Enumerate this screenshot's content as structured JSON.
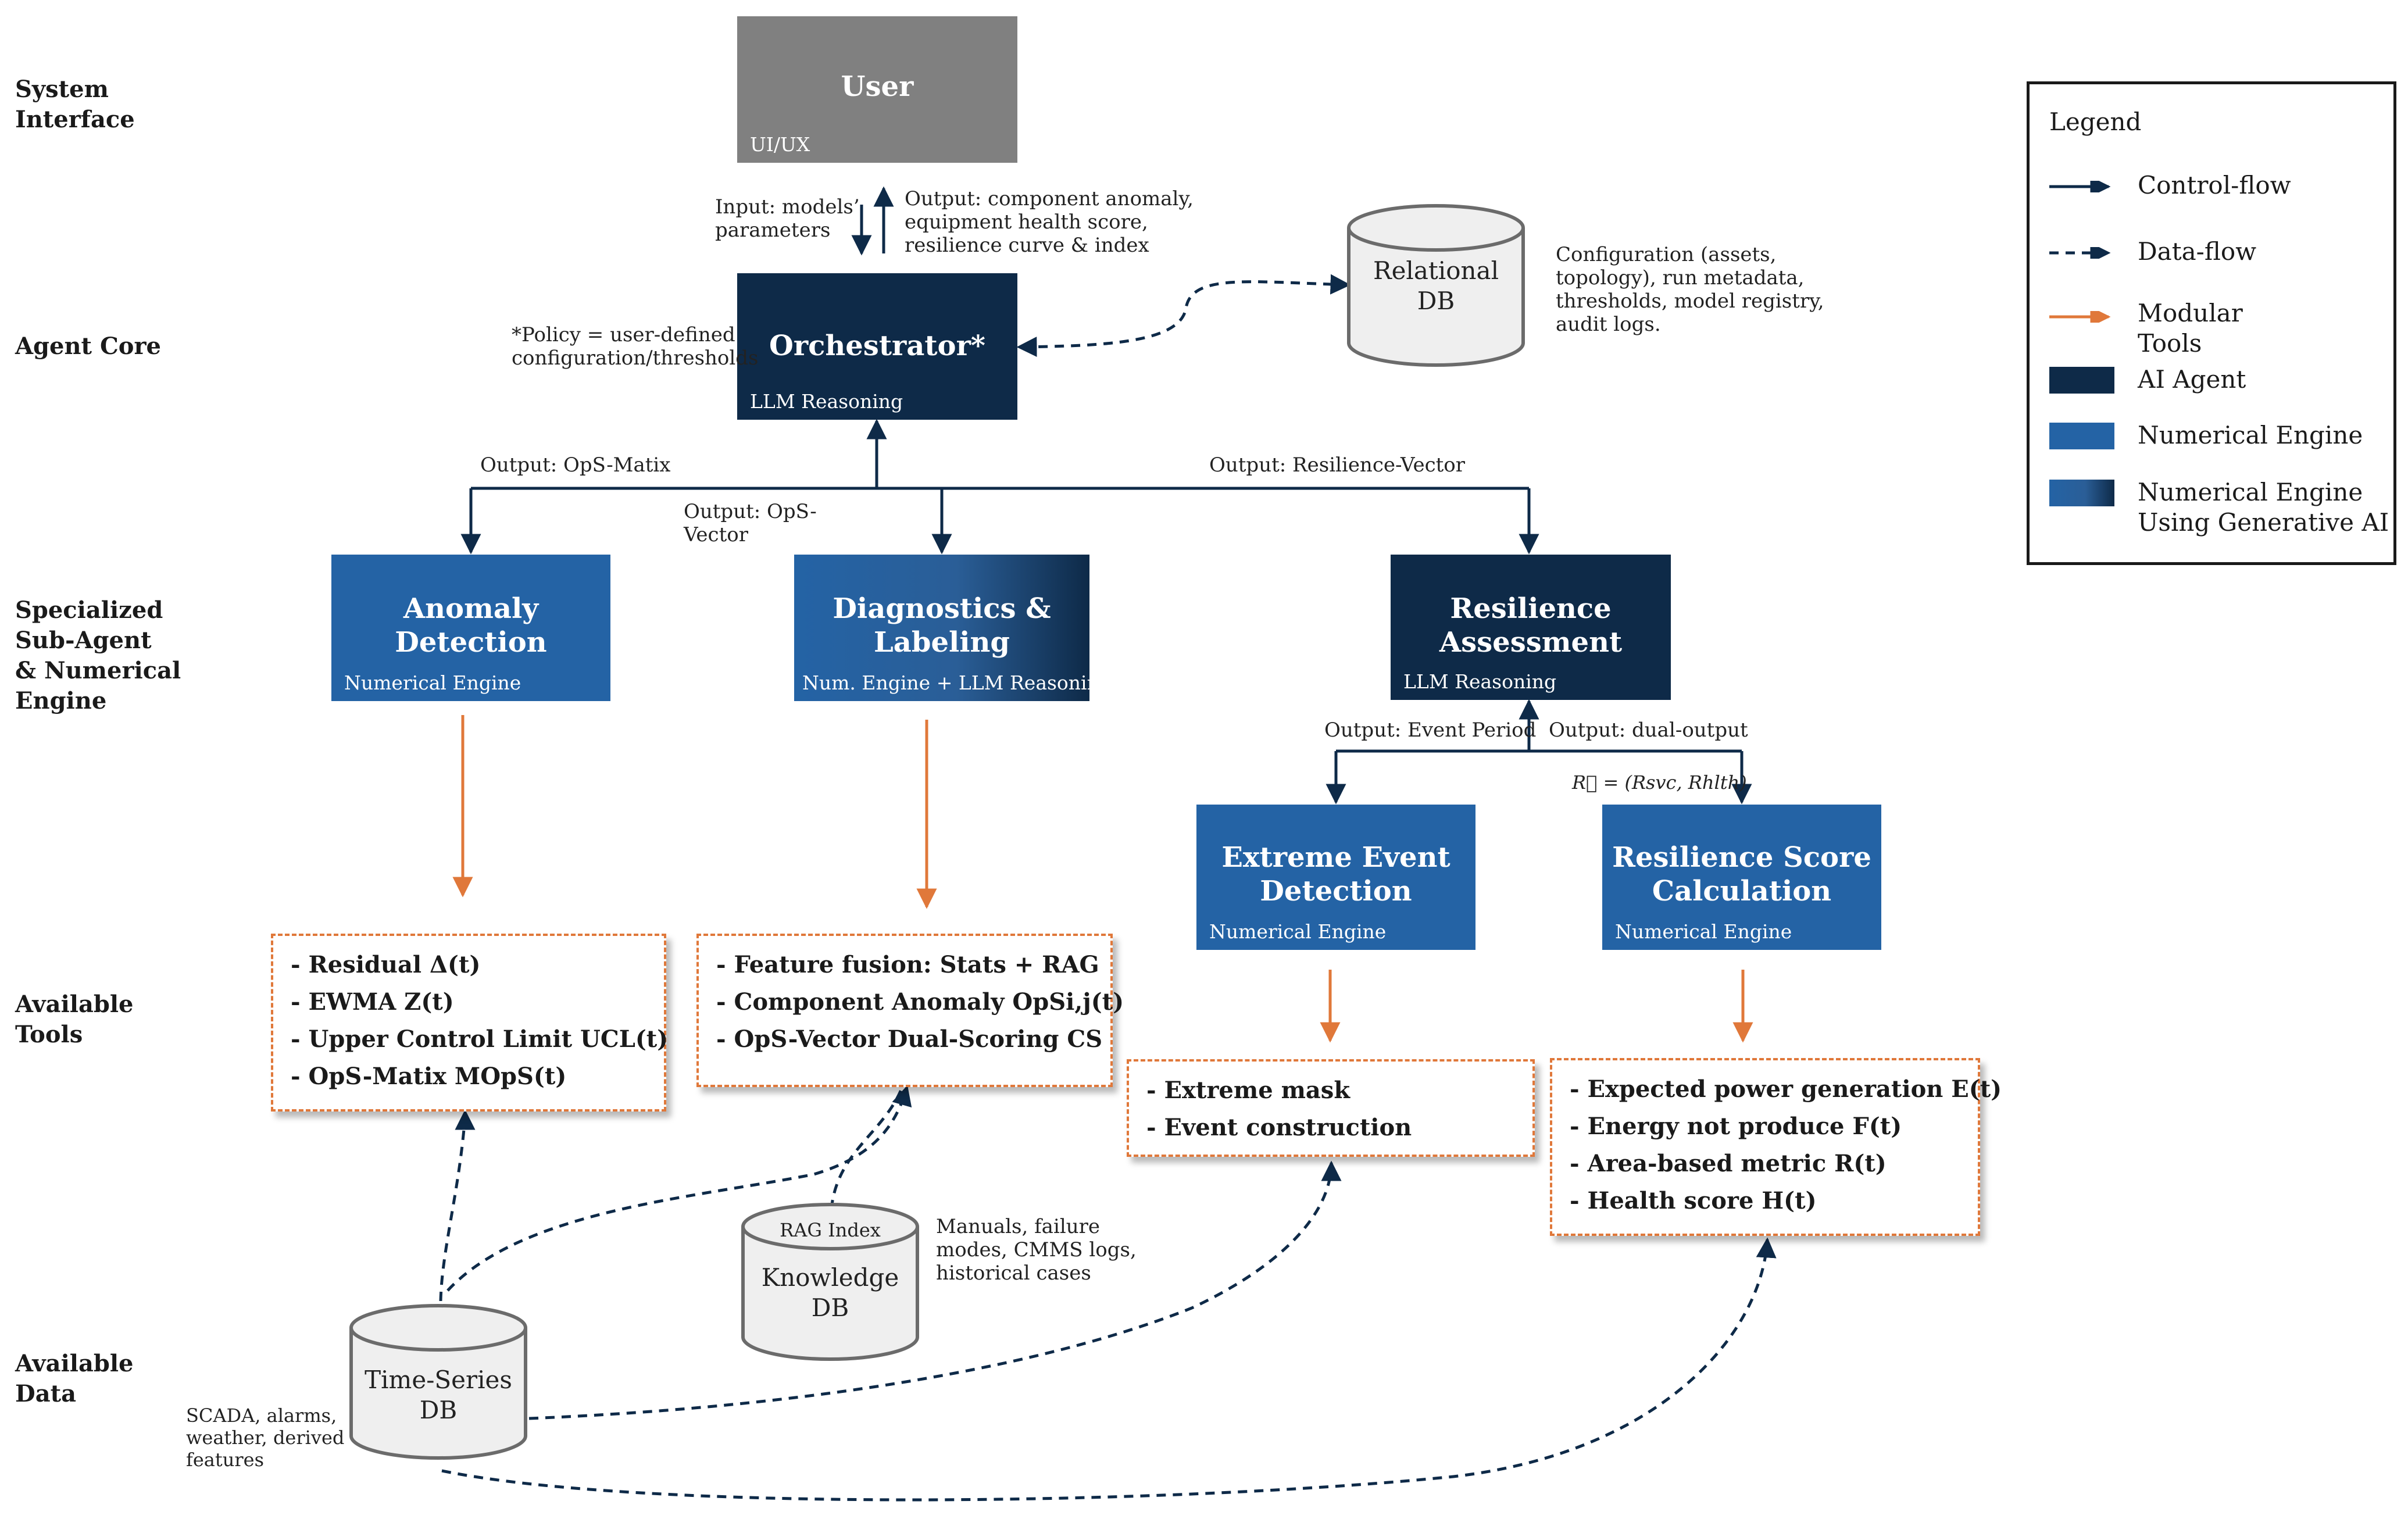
{
  "rows": {
    "system_interface": "System\nInterface",
    "agent_core": "Agent Core",
    "specialized": "Specialized\nSub-Agent\n& Numerical\nEngine",
    "available_tools": "Available\nTools",
    "available_data": "Available\nData"
  },
  "user": {
    "title": "User",
    "sub": "UI/UX"
  },
  "orchestrator": {
    "title": "Orchestrator*",
    "sub": "LLM Reasoning"
  },
  "policy_note": "*Policy = user-defined\nconfiguration/thresholds",
  "input_note": "Input: models’\nparameters",
  "output_user_note": "Output: component anomaly,\nequipment health score,\nresilience curve & index",
  "relational_db": {
    "name": "Relational\nDB",
    "note": "Configuration (assets,\ntopology), run metadata,\nthresholds, model registry,\naudit logs."
  },
  "edges": {
    "ops_matix": "Output: OpS-Matix",
    "ops_vector": "Output: OpS-\nVector",
    "resilience_vector": "Output: Resilience-Vector",
    "event_period": "Output: Event Period",
    "dual_output": "Output: dual-output",
    "r_formula": "R⃗ = (Rsvc, Rhlth)"
  },
  "anomaly": {
    "title": "Anomaly\nDetection",
    "sub": "Numerical Engine"
  },
  "diagnostics": {
    "title": "Diagnostics &\nLabeling",
    "sub": "Num. Engine + LLM  Reasoning"
  },
  "resilience": {
    "title": "Resilience\nAssessment",
    "sub": "LLM Reasoning"
  },
  "extreme": {
    "title": "Extreme Event\nDetection",
    "sub": "Numerical Engine"
  },
  "score": {
    "title": "Resilience Score\nCalculation",
    "sub": "Numerical Engine"
  },
  "tools_anomaly": [
    "- Residual Δ(t)",
    "- EWMA Z(t)",
    "- Upper Control Limit UCL(t)",
    "- OpS-Matix MOpS(t)"
  ],
  "tools_diag": [
    "- Feature fusion: Stats + RAG",
    "- Component Anomaly OpSi,j(t)",
    "- OpS-Vector Dual-Scoring CS"
  ],
  "tools_extreme": [
    "- Extreme mask",
    "- Event construction"
  ],
  "tools_score": [
    "- Expected power generation E(t)",
    "- Energy not produce F(t)",
    "- Area-based metric R(t)",
    "- Health score H(t)"
  ],
  "knowledge_db": {
    "tag": "RAG Index",
    "name": "Knowledge\nDB",
    "note": "Manuals, failure\nmodes, CMMS logs,\nhistorical cases"
  },
  "timeseries_db": {
    "name": "Time-Series\nDB",
    "note": "SCADA, alarms,\nweather, derived\nfeatures"
  },
  "legend": {
    "title": "Legend",
    "control_flow": "Control-flow",
    "data_flow": "Data-flow",
    "modular_tools": "Modular\nTools",
    "ai_agent": "AI Agent",
    "numerical_engine": "Numerical Engine",
    "numerical_gen": "Numerical Engine\nUsing Generative AI"
  },
  "colors": {
    "navy": "#0e2a48",
    "blue": "#2463a5",
    "orange": "#e0783a",
    "gray": "#808080"
  }
}
